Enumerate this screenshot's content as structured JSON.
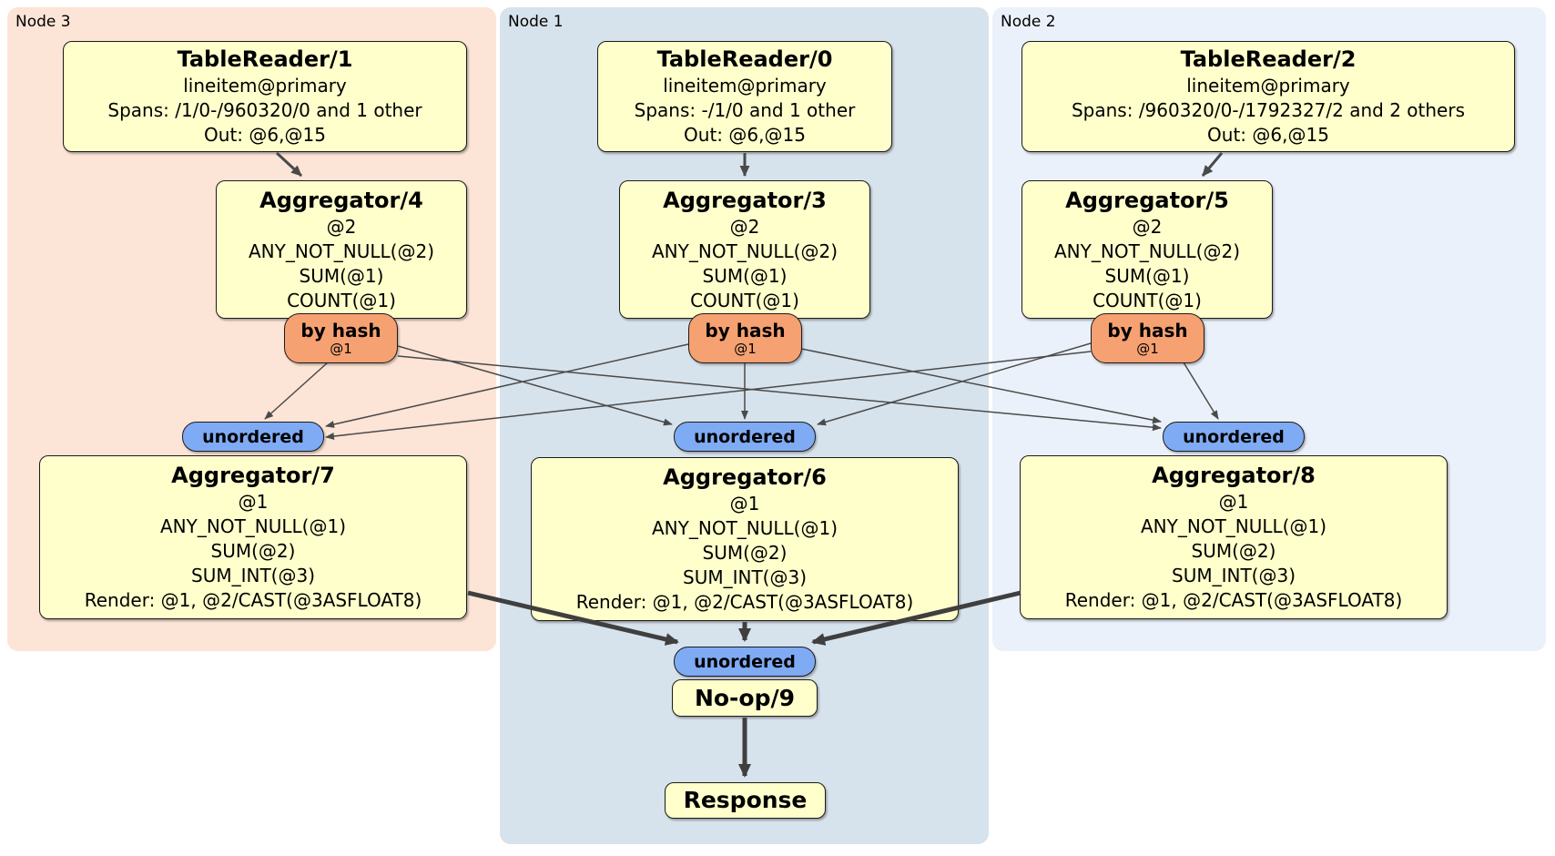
{
  "regions": {
    "node3": {
      "label": "Node 3",
      "color": "#fce4d6"
    },
    "node1": {
      "label": "Node 1",
      "color": "#d7e3ec"
    },
    "node2": {
      "label": "Node 2",
      "color": "#ebf1fa"
    }
  },
  "processors": {
    "tablereader1": {
      "title": "TableReader/1",
      "lines": [
        "lineitem@primary",
        "Spans: /1/0-/960320/0 and 1 other",
        "Out: @6,@15"
      ]
    },
    "tablereader0": {
      "title": "TableReader/0",
      "lines": [
        "lineitem@primary",
        "Spans: -/1/0 and 1 other",
        "Out: @6,@15"
      ]
    },
    "tablereader2": {
      "title": "TableReader/2",
      "lines": [
        "lineitem@primary",
        "Spans: /960320/0-/1792327/2 and 2 others",
        "Out: @6,@15"
      ]
    },
    "aggregator4": {
      "title": "Aggregator/4",
      "lines": [
        "@2",
        "ANY_NOT_NULL(@2)",
        "SUM(@1)",
        "COUNT(@1)"
      ]
    },
    "aggregator3": {
      "title": "Aggregator/3",
      "lines": [
        "@2",
        "ANY_NOT_NULL(@2)",
        "SUM(@1)",
        "COUNT(@1)"
      ]
    },
    "aggregator5": {
      "title": "Aggregator/5",
      "lines": [
        "@2",
        "ANY_NOT_NULL(@2)",
        "SUM(@1)",
        "COUNT(@1)"
      ]
    },
    "aggregator7": {
      "title": "Aggregator/7",
      "lines": [
        "@1",
        "ANY_NOT_NULL(@1)",
        "SUM(@2)",
        "SUM_INT(@3)",
        "Render: @1, @2/CAST(@3ASFLOAT8)"
      ]
    },
    "aggregator6": {
      "title": "Aggregator/6",
      "lines": [
        "@1",
        "ANY_NOT_NULL(@1)",
        "SUM(@2)",
        "SUM_INT(@3)",
        "Render: @1, @2/CAST(@3ASFLOAT8)"
      ]
    },
    "aggregator8": {
      "title": "Aggregator/8",
      "lines": [
        "@1",
        "ANY_NOT_NULL(@1)",
        "SUM(@2)",
        "SUM_INT(@3)",
        "Render: @1, @2/CAST(@3ASFLOAT8)"
      ]
    },
    "noop9": {
      "title": "No-op/9"
    },
    "response": {
      "title": "Response"
    }
  },
  "routers": {
    "by_hash": {
      "label": "by hash",
      "key": "@1",
      "color": "#f6a172"
    },
    "unordered": {
      "label": "unordered",
      "color": "#7fabf4"
    }
  },
  "styles": {
    "box_fill": "#ffffcc",
    "box_border": "#1b1b1b",
    "edge_color": "#4a4a4a",
    "thick_edge_color": "#3f3f3f"
  }
}
